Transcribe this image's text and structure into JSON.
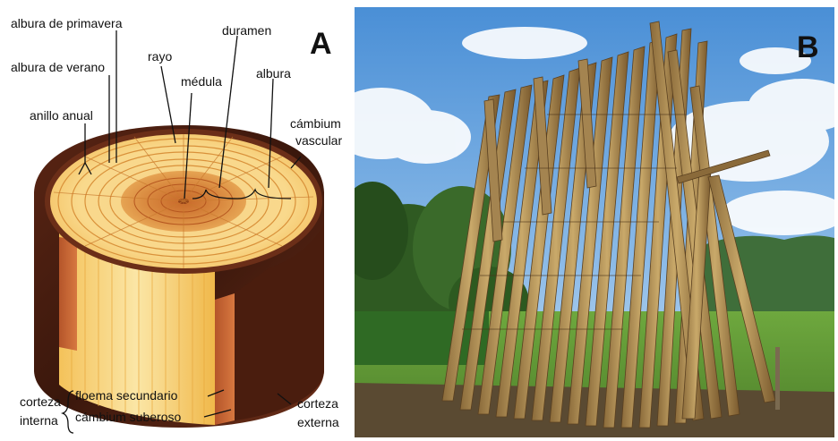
{
  "panel_a": {
    "letter": "A",
    "labels": {
      "albura_primavera": "albura de primavera",
      "albura_verano": "albura de verano",
      "anillo_anual": "anillo anual",
      "rayo": "rayo",
      "medula": "médula",
      "duramen": "duramen",
      "albura": "albura",
      "cambium_vascular_1": "cámbium",
      "cambium_vascular_2": "vascular",
      "corteza_interna_1": "corteza",
      "corteza_interna_2": "interna",
      "floema_secundario": "floema secundario",
      "cambium_suberoso": "cámbium suberoso",
      "corteza_externa_1": "corteza",
      "corteza_externa_2": "externa"
    }
  },
  "panel_b": {
    "letter": "B"
  }
}
